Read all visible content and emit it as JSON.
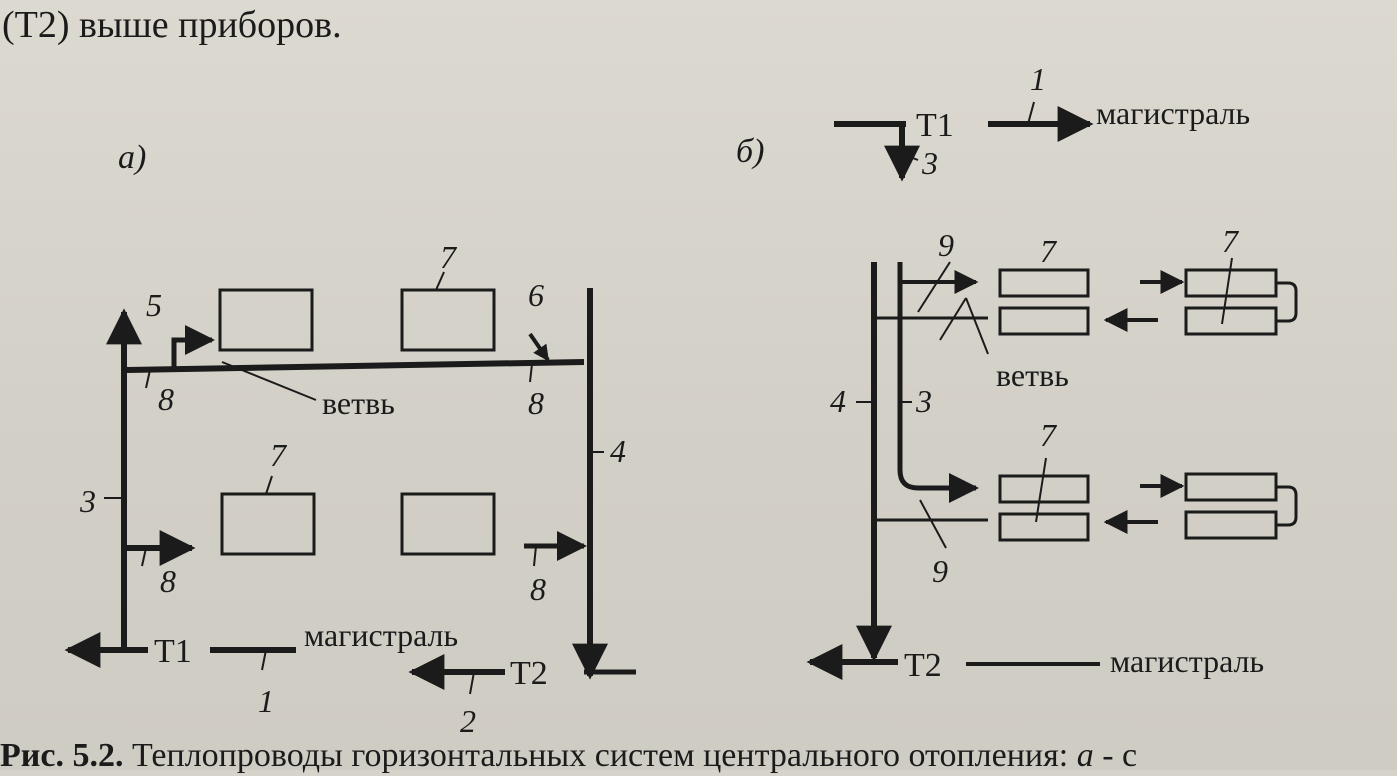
{
  "top_text": "(Т2) выше приборов.",
  "figure": {
    "panel_a": {
      "letter": "а)",
      "branch_label": "ветвь",
      "main_label": "магистраль",
      "supply": "Т1",
      "return": "Т2",
      "num_1": "1",
      "num_2": "2",
      "num_3": "3",
      "num_4": "4",
      "num_5": "5",
      "num_6": "6",
      "num_7_top": "7",
      "num_7_mid": "7",
      "num_8_a": "8",
      "num_8_b": "8",
      "num_8_c": "8",
      "num_8_d": "8"
    },
    "panel_b": {
      "letter": "б)",
      "supply": "Т1",
      "return": "Т2",
      "main_label_top": "магистраль",
      "main_label_bottom": "магистраль",
      "branch_label": "ветвь",
      "num_1": "1",
      "num_3_top": "3",
      "num_3_mid": "3",
      "num_4": "4",
      "num_7_top": "7",
      "num_7_right": "7",
      "num_7_mid": "7",
      "num_9_top": "9",
      "num_9_bottom": "9"
    }
  },
  "caption": {
    "label": "Рис. 5.2.",
    "text": " Теплопроводы горизонтальных систем центрального отопления: ",
    "italic_a": "а",
    "tail": " - с"
  }
}
